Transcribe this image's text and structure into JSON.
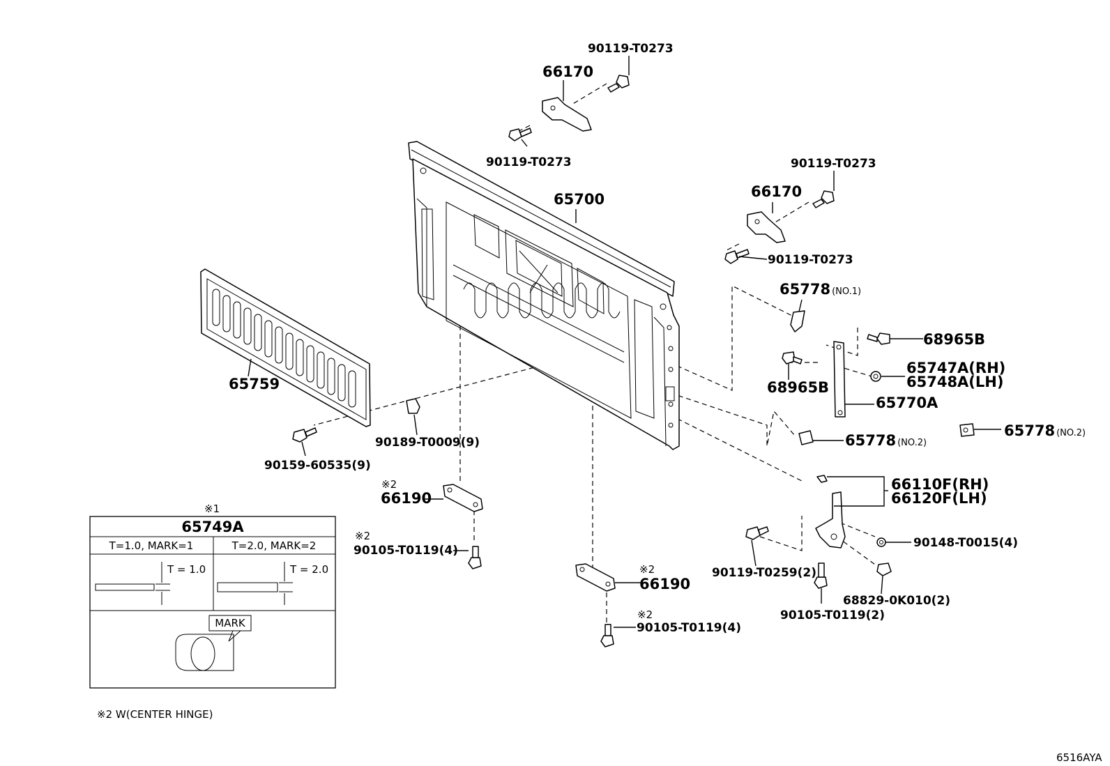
{
  "diagram": {
    "parts": {
      "p1": "90119-T0273",
      "p2": "66170",
      "p3": "90119-T0273",
      "p4": "65700",
      "p5": "90119-T0273",
      "p6": "66170",
      "p7": "90119-T0273",
      "p8": "65778",
      "p8s": "(NO.1)",
      "p9": "68965B",
      "p10": "68965B",
      "p11": "65747A(RH)",
      "p12": "65748A(LH)",
      "p13": "65770A",
      "p14": "65778",
      "p14s": "(NO.2)",
      "p15": "65778",
      "p15s": "(NO.2)",
      "p16": "65759",
      "p17": "90189-T0009(9)",
      "p18": "90159-60535(9)",
      "p19": "66190",
      "p19m": "※2",
      "p20": "90105-T0119(4)",
      "p20m": "※2",
      "p21": "66190",
      "p21m": "※2",
      "p22": "90105-T0119(4)",
      "p22m": "※2",
      "p23": "66110F(RH)",
      "p24": "66120F(LH)",
      "p25": "90148-T0015(4)",
      "p26": "90119-T0259(2)",
      "p27": "68829-0K010(2)",
      "p28": "90105-T0119(2)"
    },
    "table": {
      "mark": "※1",
      "title": "65749A",
      "col1": "T=1.0, MARK=1",
      "col2": "T=2.0, MARK=2",
      "t1": "T = 1.0",
      "t2": "T = 2.0",
      "mark_label": "MARK"
    },
    "footnote": "※2  W(CENTER HINGE)",
    "code": "6516AYA"
  }
}
